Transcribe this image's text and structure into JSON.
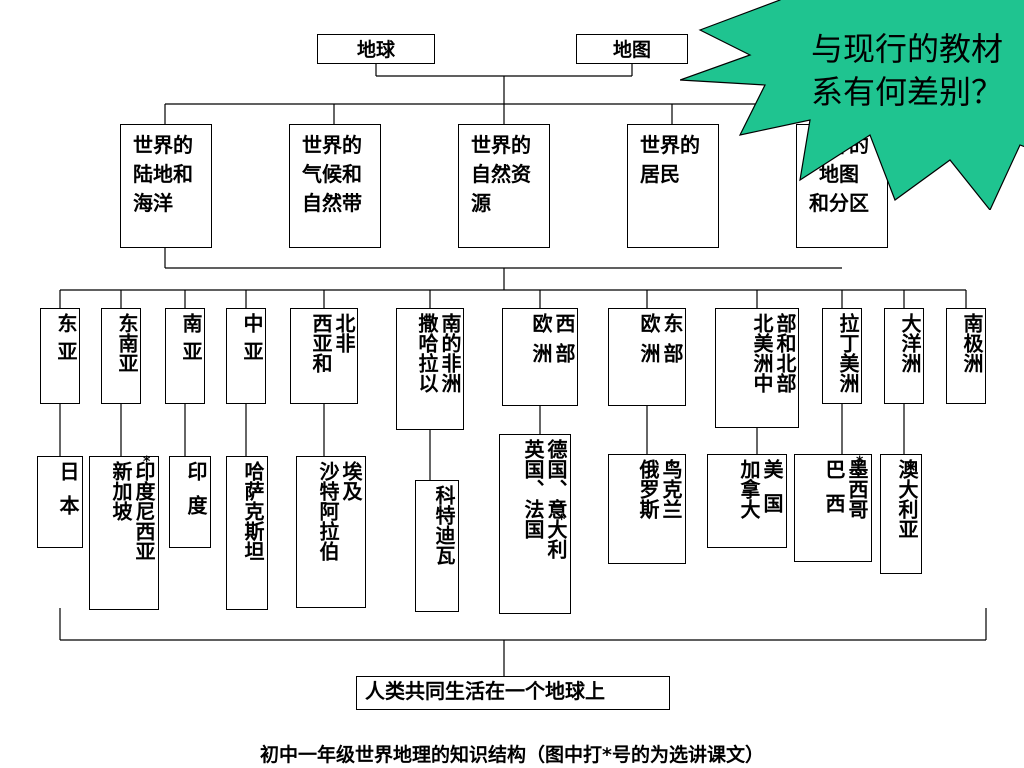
{
  "top_nodes": [
    "地球",
    "地图"
  ],
  "mid_nodes": [
    [
      "世界的",
      "陆地和",
      "海洋"
    ],
    [
      "世界的",
      "气候和",
      "自然带"
    ],
    [
      "世界的",
      "自然资",
      "源"
    ],
    [
      "世界的",
      "居民"
    ],
    [
      "世界的",
      "地图",
      "和分区"
    ]
  ],
  "regions": [
    {
      "label": [
        "东亚"
      ],
      "countries": [
        {
          "name": "日本",
          "starred": false
        }
      ]
    },
    {
      "label": [
        "东南亚"
      ],
      "countries": [
        {
          "name": "新加坡",
          "starred": false
        },
        {
          "name": "印度尼西亚",
          "starred": true
        }
      ]
    },
    {
      "label": [
        "南亚"
      ],
      "countries": [
        {
          "name": "印度",
          "starred": false
        }
      ]
    },
    {
      "label": [
        "中亚"
      ],
      "countries": [
        {
          "name": "哈萨克斯坦",
          "starred": false
        }
      ]
    },
    {
      "label": [
        "北非",
        "西亚和"
      ],
      "countries": [
        {
          "name": "埃及",
          "starred": false
        },
        {
          "name": "沙特阿拉伯",
          "starred": false
        }
      ]
    },
    {
      "label": [
        "南的非洲",
        "撒哈拉以"
      ],
      "countries": [
        {
          "name": "科特迪瓦",
          "starred": false
        }
      ]
    },
    {
      "label": [
        "西部",
        "欧洲"
      ],
      "countries": [
        {
          "name": "德国、意大利",
          "starred": true
        },
        {
          "name": "英国、法国",
          "starred": false
        }
      ]
    },
    {
      "label": [
        "东部",
        "欧洲"
      ],
      "countries": [
        {
          "name": "乌克兰",
          "starred": true
        },
        {
          "name": "俄罗斯",
          "starred": false
        }
      ]
    },
    {
      "label": [
        "部和北部",
        "北美洲中"
      ],
      "countries": [
        {
          "name": "美国",
          "starred": false
        },
        {
          "name": "加拿大",
          "starred": false
        }
      ]
    },
    {
      "label": [
        "拉丁美洲"
      ],
      "countries": [
        {
          "name": "墨西哥",
          "starred": true
        },
        {
          "name": "巴西",
          "starred": false
        }
      ]
    },
    {
      "label": [
        "大洋洲"
      ],
      "countries": [
        {
          "name": "澳大利亚",
          "starred": false
        }
      ]
    },
    {
      "label": [
        "南极洲"
      ],
      "countries": []
    }
  ],
  "bottom_node": "人类共同生活在一个地球上",
  "callout_text": [
    "与现行的教材",
    "系有何差别？"
  ],
  "footnote": "初中一年级世界地理的知识结构（图中打*号的为选讲课文）",
  "colors": {
    "callout_fill": "#1fc490",
    "line": "#000000",
    "box_border": "#000000"
  }
}
